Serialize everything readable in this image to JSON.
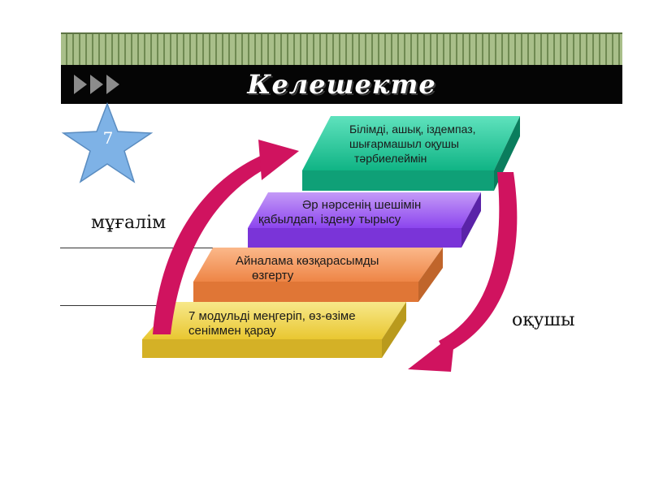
{
  "header": {
    "title": "Келешекте"
  },
  "badge": {
    "number": "7",
    "color": "#7eb2e6"
  },
  "labels": {
    "teacher": "мұғалім",
    "student": "оқушы"
  },
  "steps": [
    {
      "line1": "7 модульді меңгеріп,  өз-өзіме",
      "line2": "сеніммен қарау",
      "color": "#efd24b"
    },
    {
      "line1": "Айналама көзқарасымды",
      "line2": "өзгерту",
      "color": "#f59a5a"
    },
    {
      "line1": "Әр нәрсенің шешімін",
      "line2": "қабылдап, іздену тырысу",
      "color": "#9f5cf0"
    },
    {
      "line1": "Білімді, ашық, іздемпаз,",
      "line2": "шығармашыл оқушы",
      "line3": "тәрбиелеймін",
      "color": "#1fc79a"
    }
  ],
  "arrows": {
    "color": "#d0135f"
  },
  "icons": {
    "header_arrows": "triple-chevron-right-icon",
    "badge_shape": "star-icon"
  }
}
